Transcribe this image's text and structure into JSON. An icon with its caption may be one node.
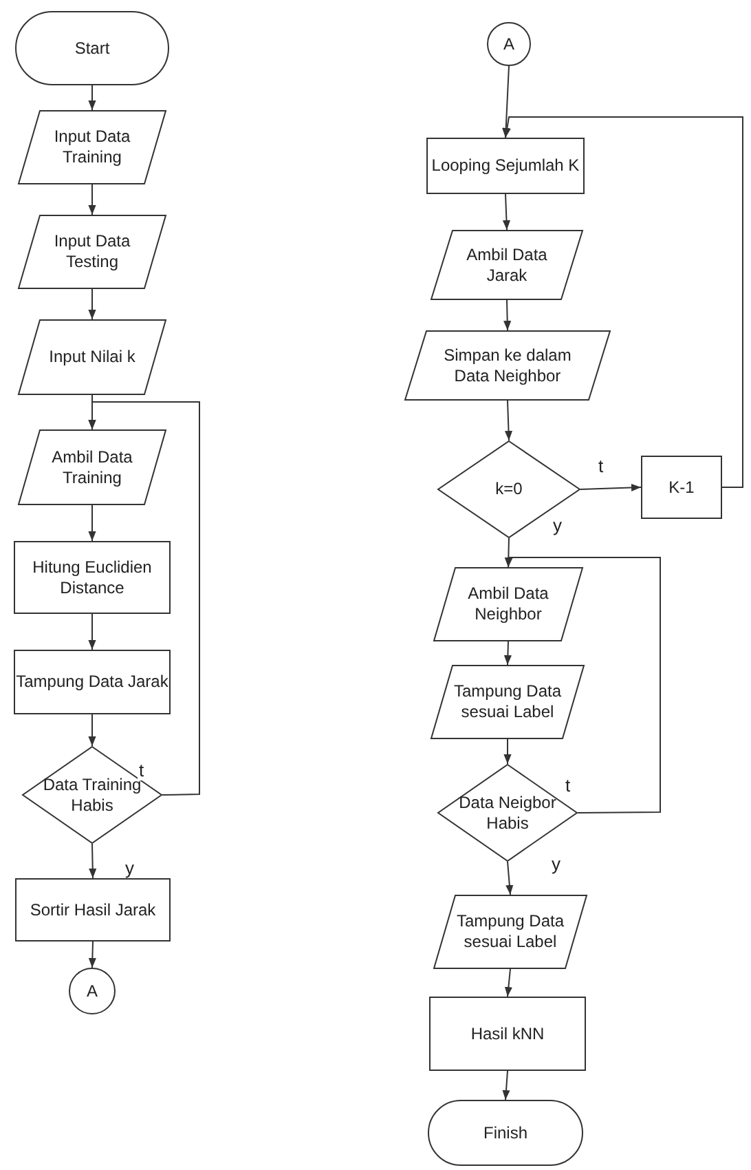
{
  "diagram": {
    "nodes": [
      {
        "text": [
          "Start"
        ]
      },
      {
        "text": [
          "Input Data Training"
        ]
      },
      {
        "text": [
          "Input Data Testing"
        ]
      },
      {
        "text": [
          "Input Nilai k"
        ]
      },
      {
        "text": [
          "Ambil Data Training"
        ]
      },
      {
        "text": [
          "Hitung Euclidien Distance"
        ]
      },
      {
        "text": [
          "Tampung Data Jarak"
        ]
      },
      {
        "text": [
          "Data Training Habis"
        ]
      },
      {
        "text": [
          "Sortir Hasil Jarak"
        ]
      },
      {
        "text": [
          "A"
        ]
      },
      {
        "text": [
          "A"
        ]
      },
      {
        "text": [
          "Looping Sejumlah K"
        ]
      },
      {
        "text": [
          "Ambil Data Jarak"
        ]
      },
      {
        "text": [
          "Simpan ke dalam Data Neighbor"
        ]
      },
      {
        "text": [
          "k=0"
        ]
      },
      {
        "text": [
          "K-1"
        ]
      },
      {
        "text": [
          "Ambil Data Neighbor"
        ]
      },
      {
        "text": [
          "Tampung Data sesuai Label"
        ]
      },
      {
        "text": [
          "Data Neigbor Habis"
        ]
      },
      {
        "text": [
          "Tampung Data sesuai Label"
        ]
      },
      {
        "text": [
          "Hasil kNN"
        ]
      },
      {
        "text": [
          "Finish"
        ]
      }
    ],
    "edges": [
      {
        "from": 0,
        "to": 1,
        "arrow": "to"
      },
      {
        "from": 1,
        "to": 2,
        "arrow": "to"
      },
      {
        "from": 2,
        "to": 3,
        "arrow": "to"
      },
      {
        "from": 3,
        "to": 4,
        "arrow": "to"
      },
      {
        "from": 4,
        "to": 5,
        "arrow": "to"
      },
      {
        "from": 5,
        "to": 6,
        "arrow": "to"
      },
      {
        "from": 6,
        "to": 7,
        "arrow": "to"
      },
      {
        "from": 7,
        "to": 4,
        "arrow": "to",
        "label": "t"
      },
      {
        "from": 7,
        "to": 8,
        "arrow": "to",
        "label": "y"
      },
      {
        "from": 8,
        "to": 9,
        "arrow": "to"
      },
      {
        "from": 10,
        "to": 11,
        "arrow": "to"
      },
      {
        "from": 11,
        "to": 12,
        "arrow": "to"
      },
      {
        "from": 12,
        "to": 13,
        "arrow": "to"
      },
      {
        "from": 13,
        "to": 14,
        "arrow": "to"
      },
      {
        "from": 14,
        "to": 15,
        "arrow": "to",
        "label": "t"
      },
      {
        "from": 15,
        "to": 11,
        "arrow": "to"
      },
      {
        "from": 14,
        "to": 16,
        "arrow": "to",
        "label": "y"
      },
      {
        "from": 16,
        "to": 17,
        "arrow": "to"
      },
      {
        "from": 17,
        "to": 18,
        "arrow": "to"
      },
      {
        "from": 18,
        "to": 16,
        "arrow": "to",
        "label": "t"
      },
      {
        "from": 18,
        "to": 19,
        "arrow": "to",
        "label": "y"
      },
      {
        "from": 19,
        "to": 20,
        "arrow": "to"
      },
      {
        "from": 20,
        "to": 21,
        "arrow": "to"
      }
    ]
  }
}
